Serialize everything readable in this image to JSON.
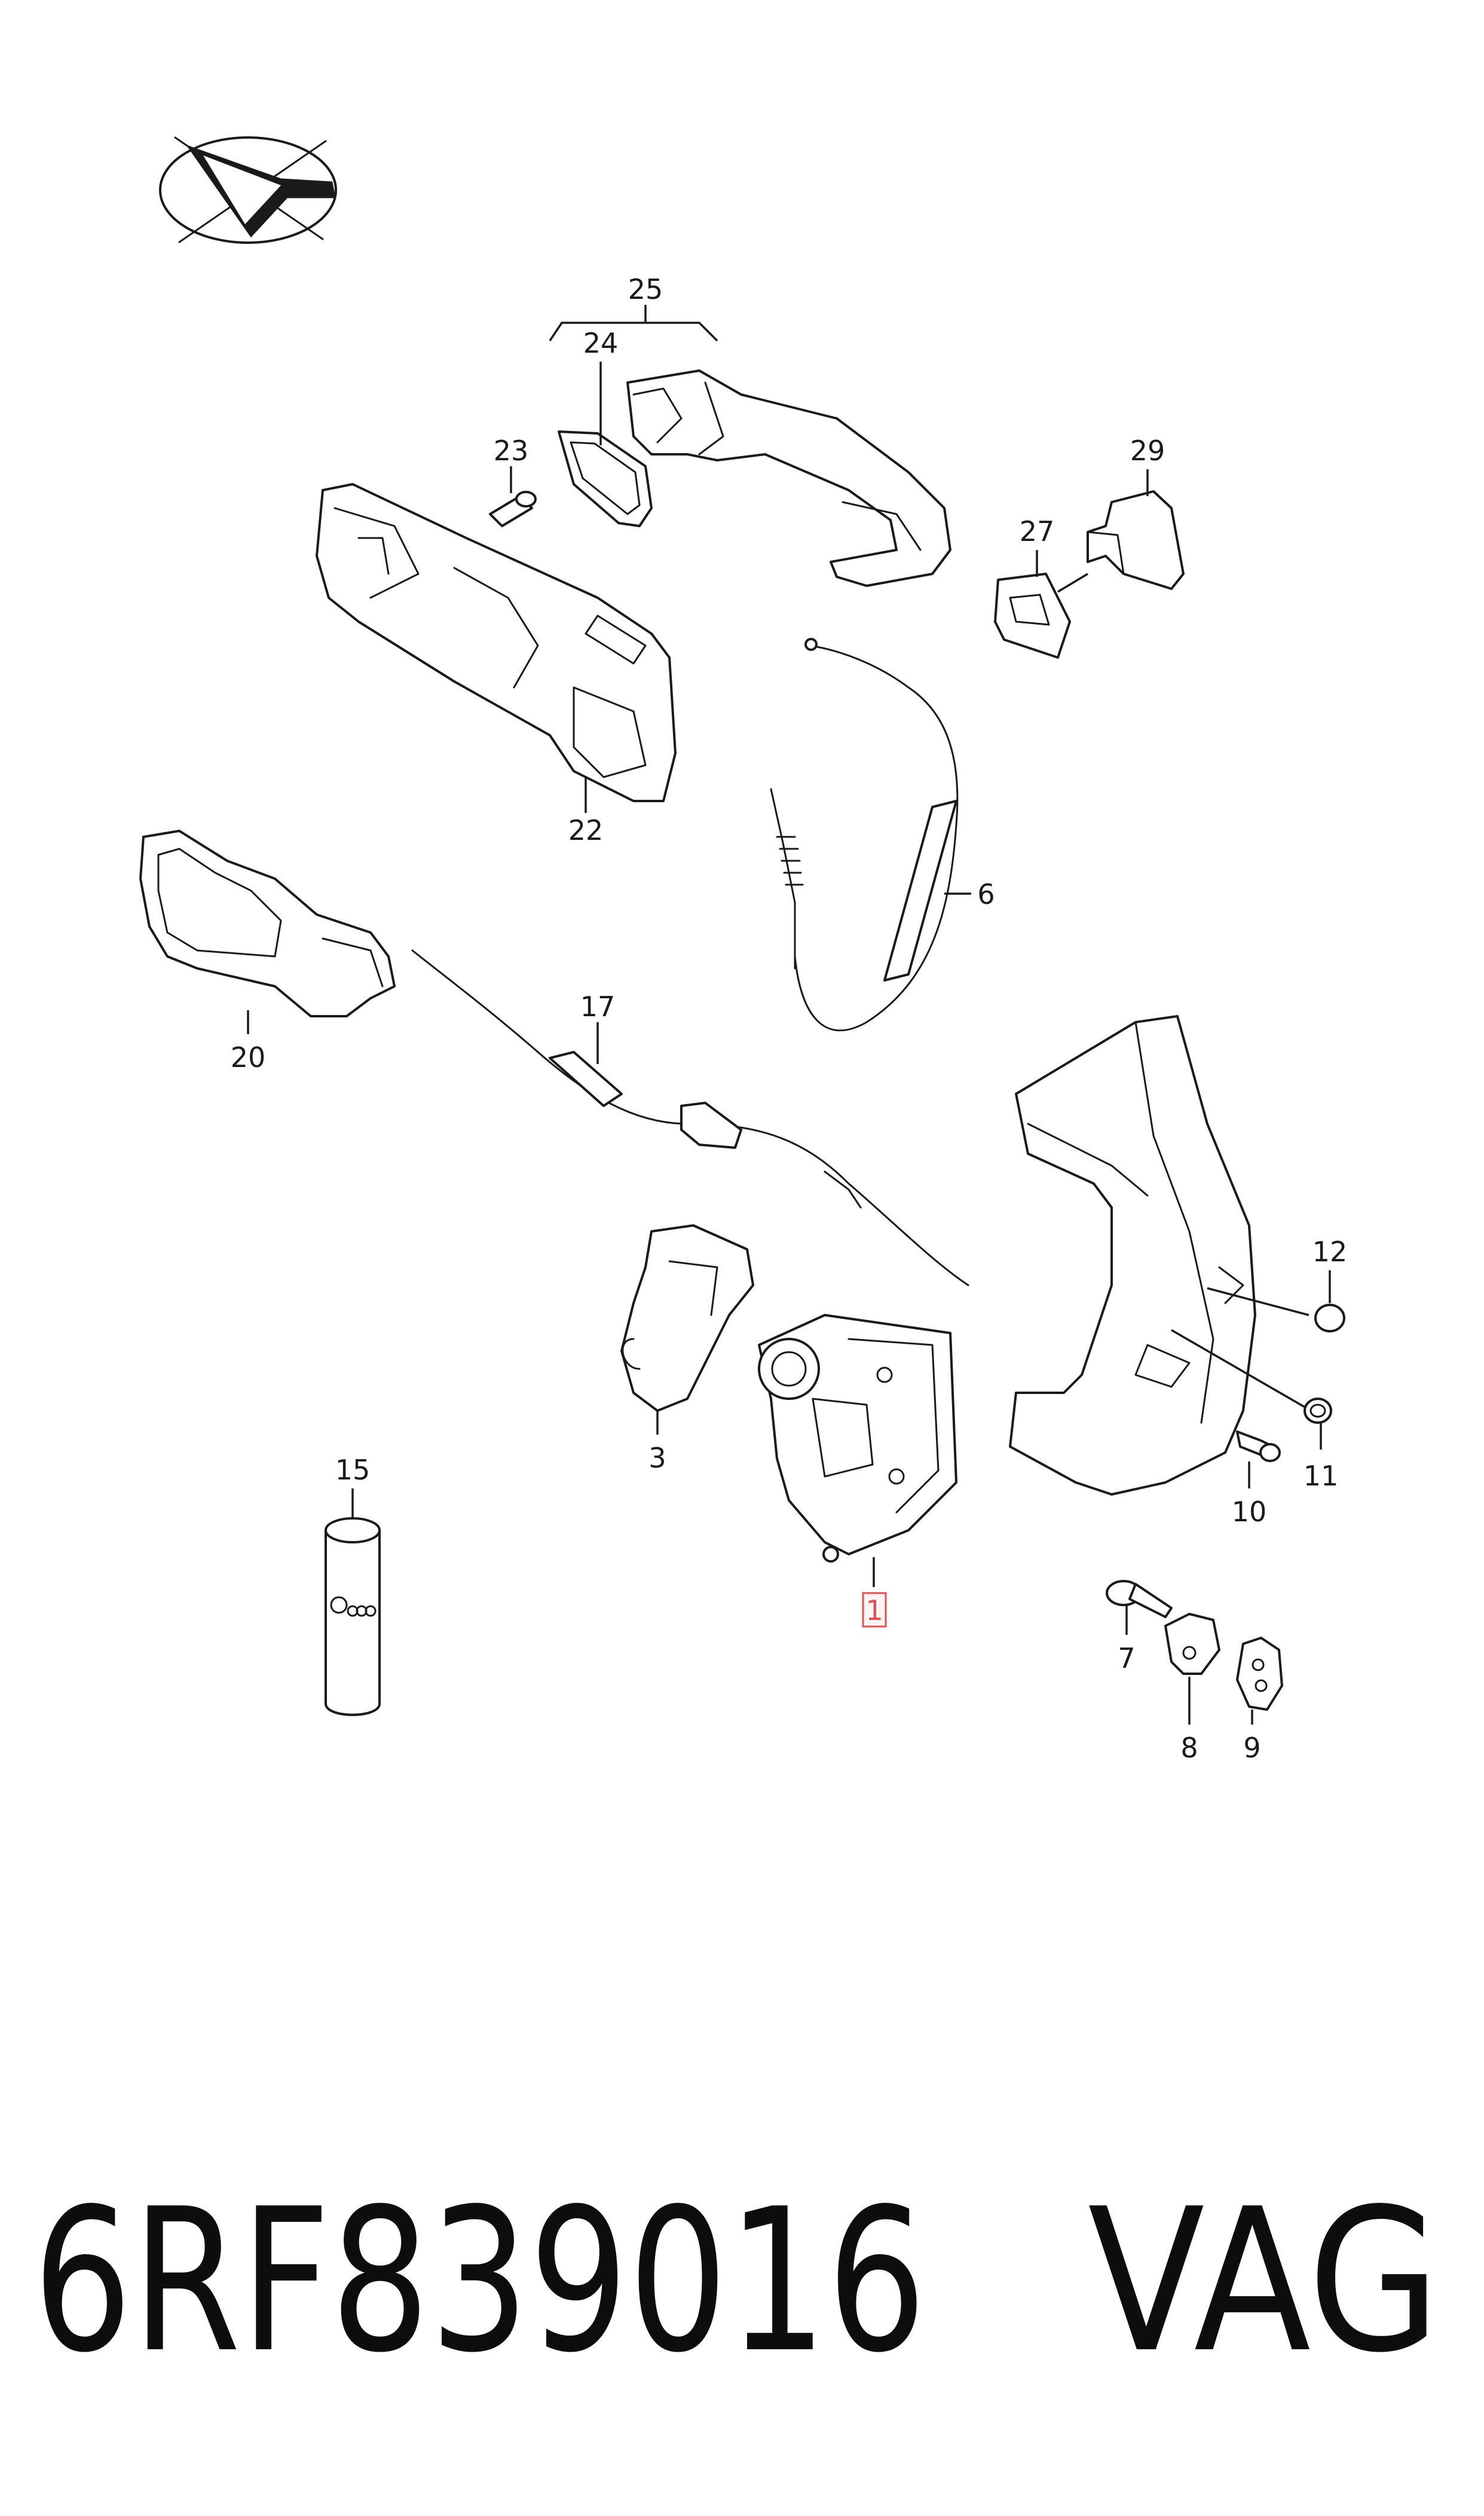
{
  "callouts": [
    {
      "id": "25",
      "label": "25"
    },
    {
      "id": "24",
      "label": "24"
    },
    {
      "id": "23",
      "label": "23"
    },
    {
      "id": "22",
      "label": "22"
    },
    {
      "id": "29",
      "label": "29"
    },
    {
      "id": "27",
      "label": "27"
    },
    {
      "id": "6",
      "label": "6"
    },
    {
      "id": "20",
      "label": "20"
    },
    {
      "id": "17",
      "label": "17"
    },
    {
      "id": "12",
      "label": "12"
    },
    {
      "id": "3",
      "label": "3"
    },
    {
      "id": "1",
      "label": "1",
      "highlighted": true,
      "highlight_color": "#e05050"
    },
    {
      "id": "15",
      "label": "15"
    },
    {
      "id": "11",
      "label": "11"
    },
    {
      "id": "10",
      "label": "10"
    },
    {
      "id": "7",
      "label": "7"
    },
    {
      "id": "8",
      "label": "8"
    },
    {
      "id": "9",
      "label": "9"
    }
  ],
  "footer": {
    "part_number": "6RF839016",
    "brand": "VAG"
  },
  "icons": {
    "orientation": "direction-arrow-icon",
    "manufacturer_logo": "vw-audi-logo-icon"
  },
  "colors": {
    "line": "#1a1a1a",
    "highlight": "#e05050",
    "background": "#ffffff"
  }
}
